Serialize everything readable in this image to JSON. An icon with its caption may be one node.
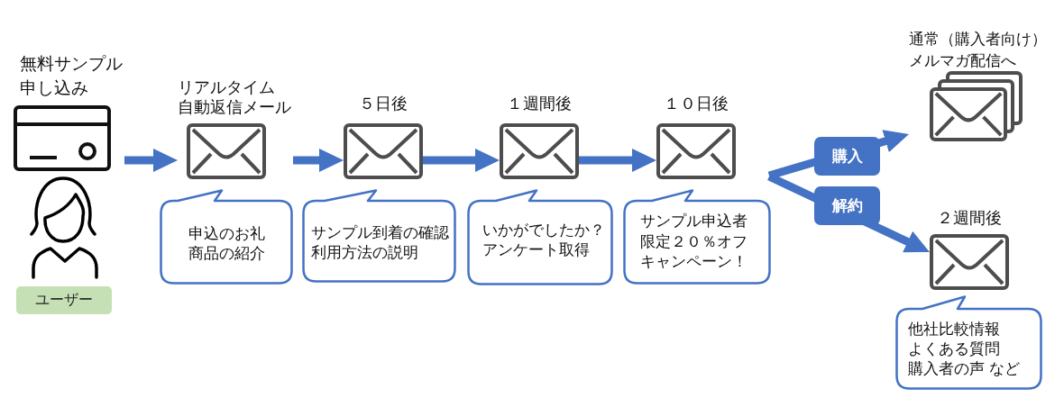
{
  "diagram": {
    "nodes": [
      {
        "text": [
          "無料サンプル申し込み"
        ]
      },
      {
        "text": [
          "ユーザー"
        ]
      },
      {
        "text": [
          "リアルタイム",
          "自動返信メール"
        ]
      },
      {
        "text": [
          "申込のお礼",
          "商品の紹介"
        ]
      },
      {
        "text": [
          "５日後"
        ]
      },
      {
        "text": [
          "サンプル到着の確認",
          "利用方法の説明"
        ]
      },
      {
        "text": [
          "１週間後"
        ]
      },
      {
        "text": [
          "いかがでしたか？",
          "アンケート取得"
        ]
      },
      {
        "text": [
          "１０日後"
        ]
      },
      {
        "text": [
          "サンプル申込者限定２０％オフキャンペーン！"
        ]
      },
      {
        "text": [
          "通常（購入者向け）メルマガ配信へ"
        ]
      },
      {
        "text": [
          "２週間後"
        ]
      },
      {
        "text": [
          "他社比較情報",
          "よくある質問",
          "購入者の声 など"
        ]
      }
    ],
    "edges": [
      {
        "from": 0,
        "to": 2,
        "arrow": "to"
      },
      {
        "from": 2,
        "to": 4,
        "arrow": "to"
      },
      {
        "from": 4,
        "to": 6,
        "arrow": "to"
      },
      {
        "from": 6,
        "to": 8,
        "arrow": "to"
      },
      {
        "from": null,
        "to": 10,
        "arrow": "to",
        "label": "購入"
      },
      {
        "from": null,
        "to": 11,
        "arrow": "to",
        "label": "解約"
      }
    ]
  }
}
